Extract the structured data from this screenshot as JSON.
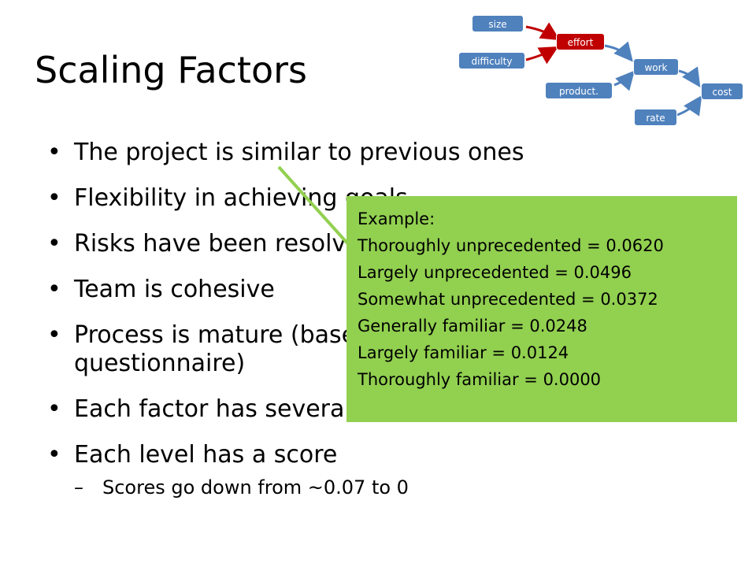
{
  "slide": {
    "title": "Scaling Factors",
    "bullets": [
      "The project is similar to previous ones",
      "Flexibility in achieving goals",
      "Risks have been resolved",
      "Team is cohesive",
      "Process is mature (based on",
      "questionnaire)",
      "Each factor has several levels",
      "Each level has a score"
    ],
    "sub_bullet": "Scores go down from ~0.07 to 0"
  },
  "callout": {
    "lines": [
      "Example:",
      "Thoroughly unprecedented = 0.0620",
      "Largely unprecedented = 0.0496",
      "Somewhat unprecedented = 0.0372",
      "Generally familiar = 0.0248",
      "Largely familiar = 0.0124",
      "Thoroughly familiar = 0.0000"
    ],
    "color": "#92d050"
  },
  "diagram": {
    "nodes": {
      "size": "size",
      "difficulty": "difficulty",
      "effort": "effort",
      "product": "product.",
      "work": "work",
      "rate": "rate",
      "cost": "cost"
    },
    "colors": {
      "blue": "#4f81bd",
      "red": "#c00000"
    }
  }
}
